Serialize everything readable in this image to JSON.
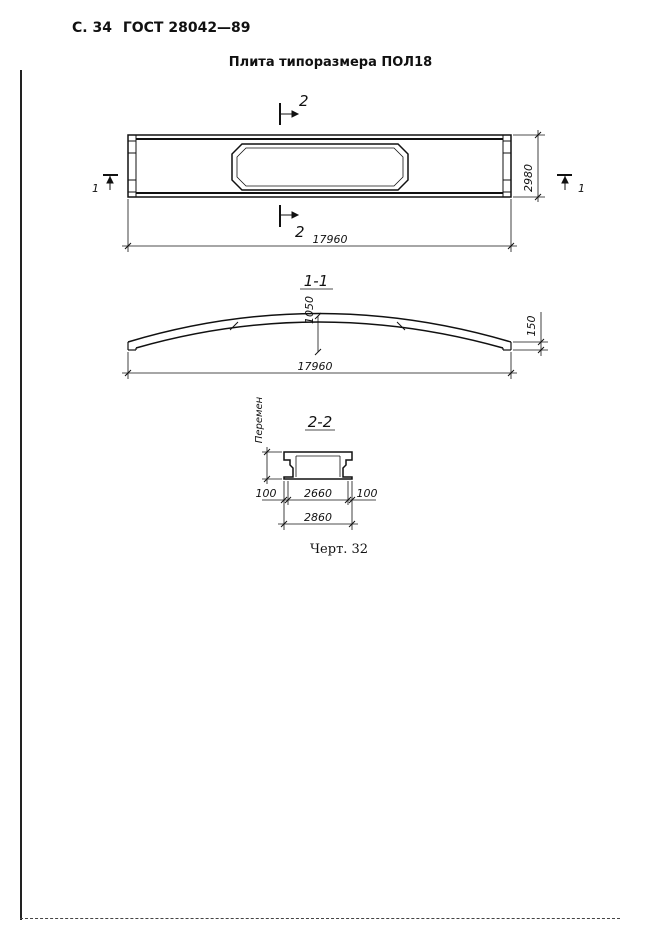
{
  "header": {
    "page": "С. 34",
    "standard": "ГОСТ 28042—89"
  },
  "title": "Плита типоразмера ПОЛ18",
  "plan": {
    "section_mark_2": "2",
    "section_mark_1": "1",
    "width_dim": "2980",
    "length_dim": "17960"
  },
  "section_1_1": {
    "label": "1-1",
    "height_dim": "1050",
    "edge_dim": "150",
    "length_dim": "17960"
  },
  "section_2_2": {
    "label": "2-2",
    "height_label": "Перемен",
    "left_dim": "100",
    "mid_dim": "2660",
    "right_dim": "100",
    "total_dim": "2860"
  },
  "caption": "Черт. 32"
}
